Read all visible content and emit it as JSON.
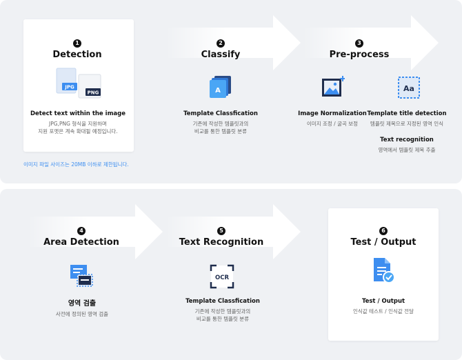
{
  "steps": [
    {
      "num": "1",
      "title": "Detection"
    },
    {
      "num": "2",
      "title": "Classify"
    },
    {
      "num": "3",
      "title": "Pre-process"
    },
    {
      "num": "4",
      "title": "Area Detection"
    },
    {
      "num": "5",
      "title": "Text Recognition"
    },
    {
      "num": "6",
      "title": "Test / Output"
    }
  ],
  "detection": {
    "icon_labels": {
      "jpg": "JPG",
      "png": "PNG"
    },
    "item_title": "Detect text within the image",
    "desc_line1": "JPG,PNG 형식을 지원하며",
    "desc_line2": "지원 포맷은 계속 확대될 예정입니다.",
    "note": "이미지 파일 사이즈는 20MB 이하로 제한됩니다."
  },
  "classify": {
    "icon_letter": "A",
    "item_title": "Template Classfication",
    "desc_line1": "기존에 작성한 템플릿과의",
    "desc_line2": "비교를 통한 템플릿 분류"
  },
  "preprocess": {
    "normalization_title": "Image Normalization",
    "normalization_desc": "이미지 조정 / 굴곡 보정",
    "title_detection_icon": "Aa",
    "title_detection_title": "Template title detection",
    "title_detection_desc": "템플릿 제목으로 지정된 영역 인식",
    "text_recognition_title": "Text recognition",
    "text_recognition_desc": "영역에서 템플릿 제목 추출"
  },
  "area_detection": {
    "item_title": "영역 검출",
    "desc": "사전에 정의된 영역 검출"
  },
  "text_recognition": {
    "icon_label": "OCR",
    "item_title": "Template Classfication",
    "desc_line1": "기존에 작성한 템플릿과의",
    "desc_line2": "비교를 통한 템플릿 분류"
  },
  "output": {
    "item_title": "Test / Output",
    "desc": "인식값 테스트 / 인식값 전달"
  },
  "colors": {
    "panel_bg": "#eff1f4",
    "accent_blue": "#3d8ef0",
    "dark_navy": "#1f2d4d",
    "badge": "#111111"
  }
}
